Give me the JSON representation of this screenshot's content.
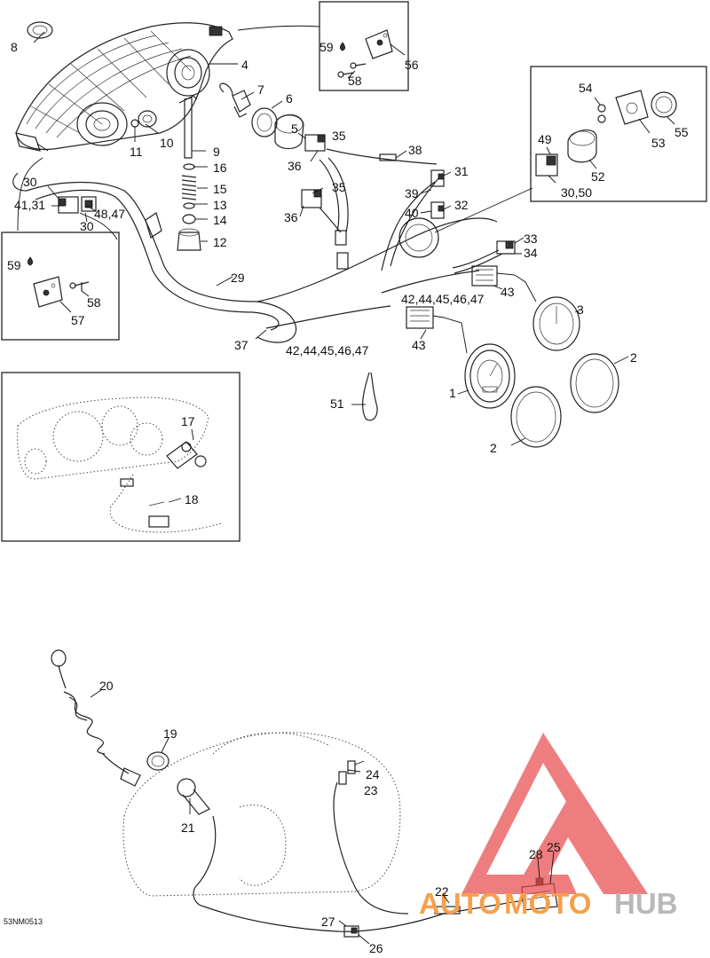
{
  "diagram_code": "53NM0513",
  "watermark": {
    "text_left": "AUTO",
    "text_mid": "MOTO",
    "text_right": "HUB",
    "color_red": "#e8474a",
    "color_orange": "#f6a04c",
    "color_gray": "#b9b9b9"
  },
  "callouts": {
    "c1": "1",
    "c2a": "2",
    "c2b": "2",
    "c3": "3",
    "c4": "4",
    "c5": "5",
    "c6": "6",
    "c7": "7",
    "c8": "8",
    "c9": "9",
    "c10": "10",
    "c11": "11",
    "c12": "12",
    "c13": "13",
    "c14": "14",
    "c15": "15",
    "c16": "16",
    "c17": "17",
    "c18": "18",
    "c19": "19",
    "c20": "20",
    "c21": "21",
    "c22": "22",
    "c23": "23",
    "c24": "24",
    "c25": "25",
    "c26": "26",
    "c27": "27",
    "c28": "28",
    "c29": "29",
    "c30a": "30",
    "c30b": "30",
    "c3050": "30,50",
    "c4131": "41,31",
    "c4847": "48,47",
    "c31": "31",
    "c32": "32",
    "c33": "33",
    "c34": "34",
    "c35a": "35",
    "c35b": "35",
    "c36a": "36",
    "c36b": "36",
    "c37": "37",
    "c38": "38",
    "c39": "39",
    "c40": "40",
    "c42a": "42,44,45,46,47",
    "c42b": "42,44,45,46,47",
    "c43a": "43",
    "c43b": "43",
    "c49": "49",
    "c51": "51",
    "c52": "52",
    "c53": "53",
    "c54": "54",
    "c55": "55",
    "c56": "56",
    "c57": "57",
    "c58a": "58",
    "c58b": "58",
    "c59a": "59",
    "c59b": "59"
  }
}
